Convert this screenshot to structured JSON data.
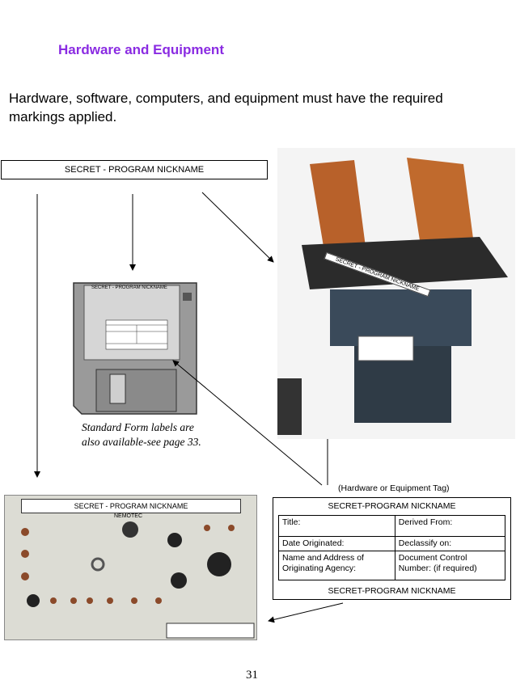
{
  "title": "Hardware and Equipment",
  "intro": "Hardware, software, computers, and equipment must have the required markings applied.",
  "banner": "SECRET - PROGRAM NICKNAME",
  "disk": {
    "label_top": "SECRET - PROGRAM NICKNAME",
    "caption_line1": "Standard Form labels are",
    "caption_line2": "also available-see page 33."
  },
  "robot": {
    "stripe_text": "SECRET - PROGRAM NICKNAME"
  },
  "panel": {
    "banner": "SECRET - PROGRAM NICKNAME",
    "brand": "NEMOTEC"
  },
  "tag": {
    "header": "(Hardware or Equipment Tag)",
    "top": "SECRET-PROGRAM NICKNAME",
    "bottom": "SECRET-PROGRAM NICKNAME",
    "title": "Title:",
    "derived": "Derived From:",
    "date": "Date Originated:",
    "declassify": "Declassify on:",
    "name": "Name and Address of Originating Agency:",
    "dcn": "Document Control Number: (if required)"
  },
  "page_number": "31"
}
